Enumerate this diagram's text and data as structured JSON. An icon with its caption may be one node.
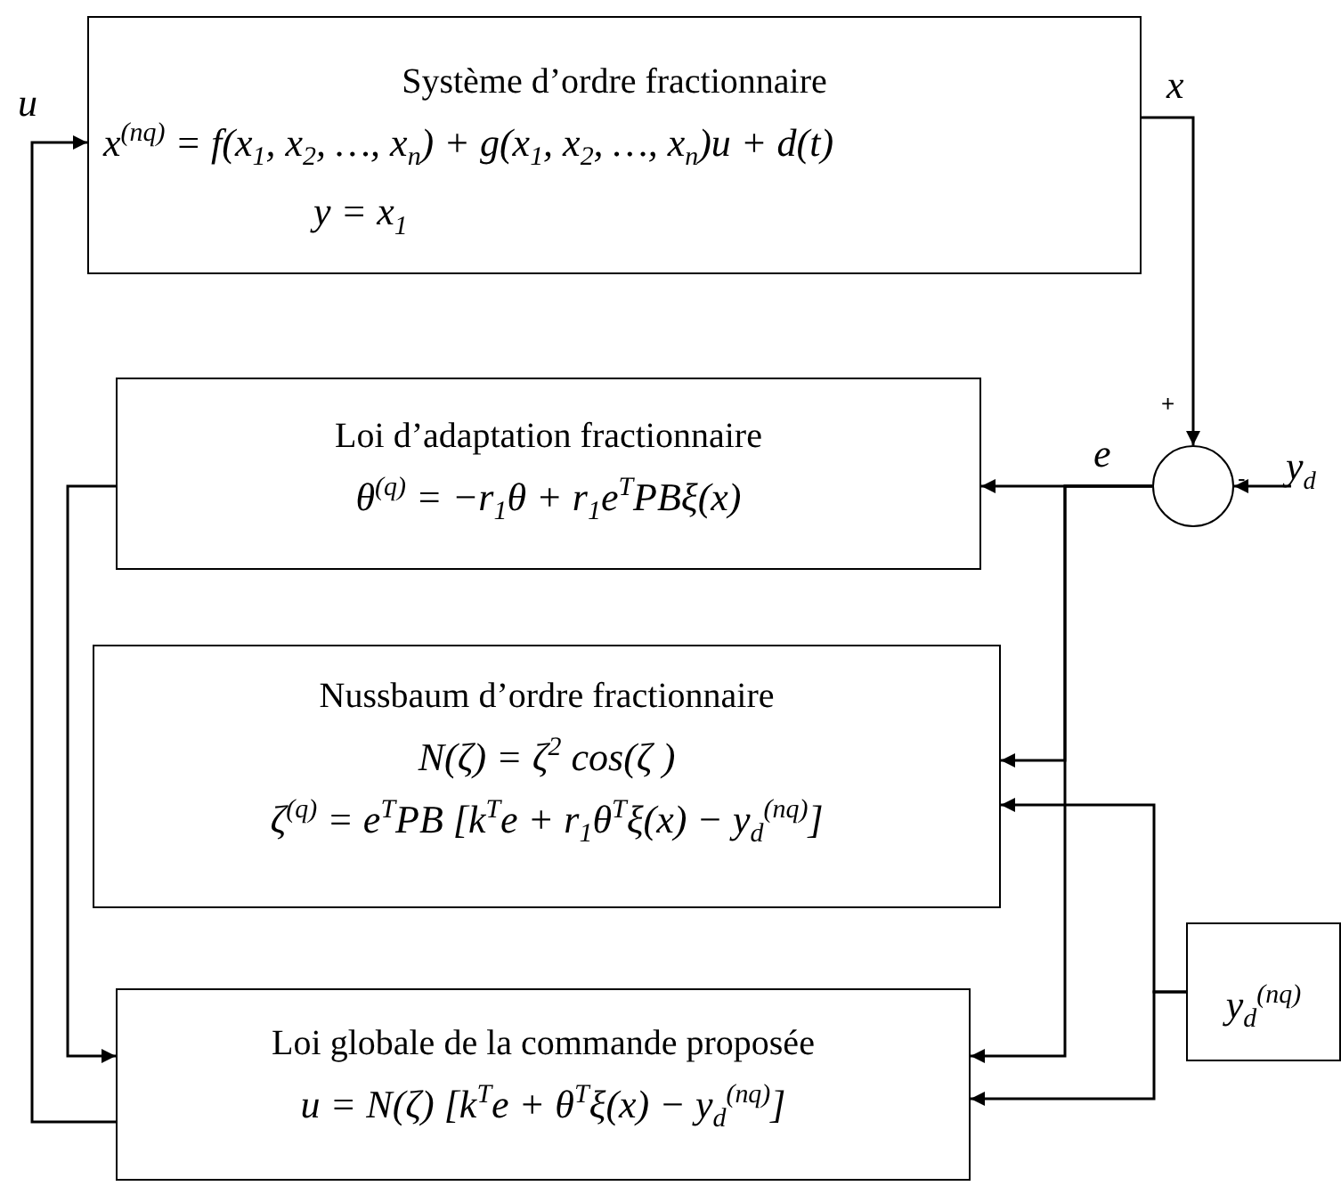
{
  "diagram": {
    "nodes": [
      {
        "text": [
          "Système d’ordre fractionnaire",
          "x$^{(nq)}$ = f(x$_{1}$, x$_{2}$, …, x$_{n}$) + g(x$_{1}$, x$_{2}$, …, x$_{n}$)u + d(t)",
          "y = x$_{1}$"
        ]
      },
      {
        "text": [
          "Loi d’adaptation fractionnaire",
          "θ$^{(q)}$ = −r$_{1}$θ + r$_{1}$e$^{T}$PBξ(x)"
        ]
      },
      {
        "text": [
          "Nussbaum d’ordre fractionnaire",
          "N(ζ) = ζ$^{2}$ cos(ζ )",
          "ζ$^{(q)}$ = e$^{T}$PB [k$^{T}$e + r$_{1}$θ$^{T}$ξ(x) − y$_{d}$$^{(nq)}$]"
        ]
      },
      {
        "text": [
          "Loi globale de la commande proposée",
          "u = N(ζ) [k$^{T}$e + θ$^{T}$ξ(x) − y$_{d}$$^{(nq)}$]"
        ]
      },
      {
        "text": [],
        "shape": "circle"
      },
      {
        "text": [
          "y$_{d}$$^{(nq)}$"
        ]
      }
    ],
    "edges": [
      {
        "from": 0,
        "to": 4,
        "arrow": "to",
        "label": "x"
      },
      {
        "from": null,
        "to": 4,
        "arrow": "to",
        "label": "y$_{d}$"
      },
      {
        "from": 4,
        "to": 1,
        "arrow": "to",
        "label": "e"
      },
      {
        "from": 4,
        "to": 2,
        "arrow": "to"
      },
      {
        "from": 4,
        "to": 3,
        "arrow": "to"
      },
      {
        "from": 1,
        "to": 3,
        "arrow": "to"
      },
      {
        "from": 3,
        "to": 0,
        "arrow": "to",
        "label": "u"
      },
      {
        "from": 5,
        "to": 2,
        "arrow": "to"
      },
      {
        "from": 5,
        "to": 3,
        "arrow": "to"
      }
    ],
    "labels": [
      "+",
      "-"
    ]
  }
}
